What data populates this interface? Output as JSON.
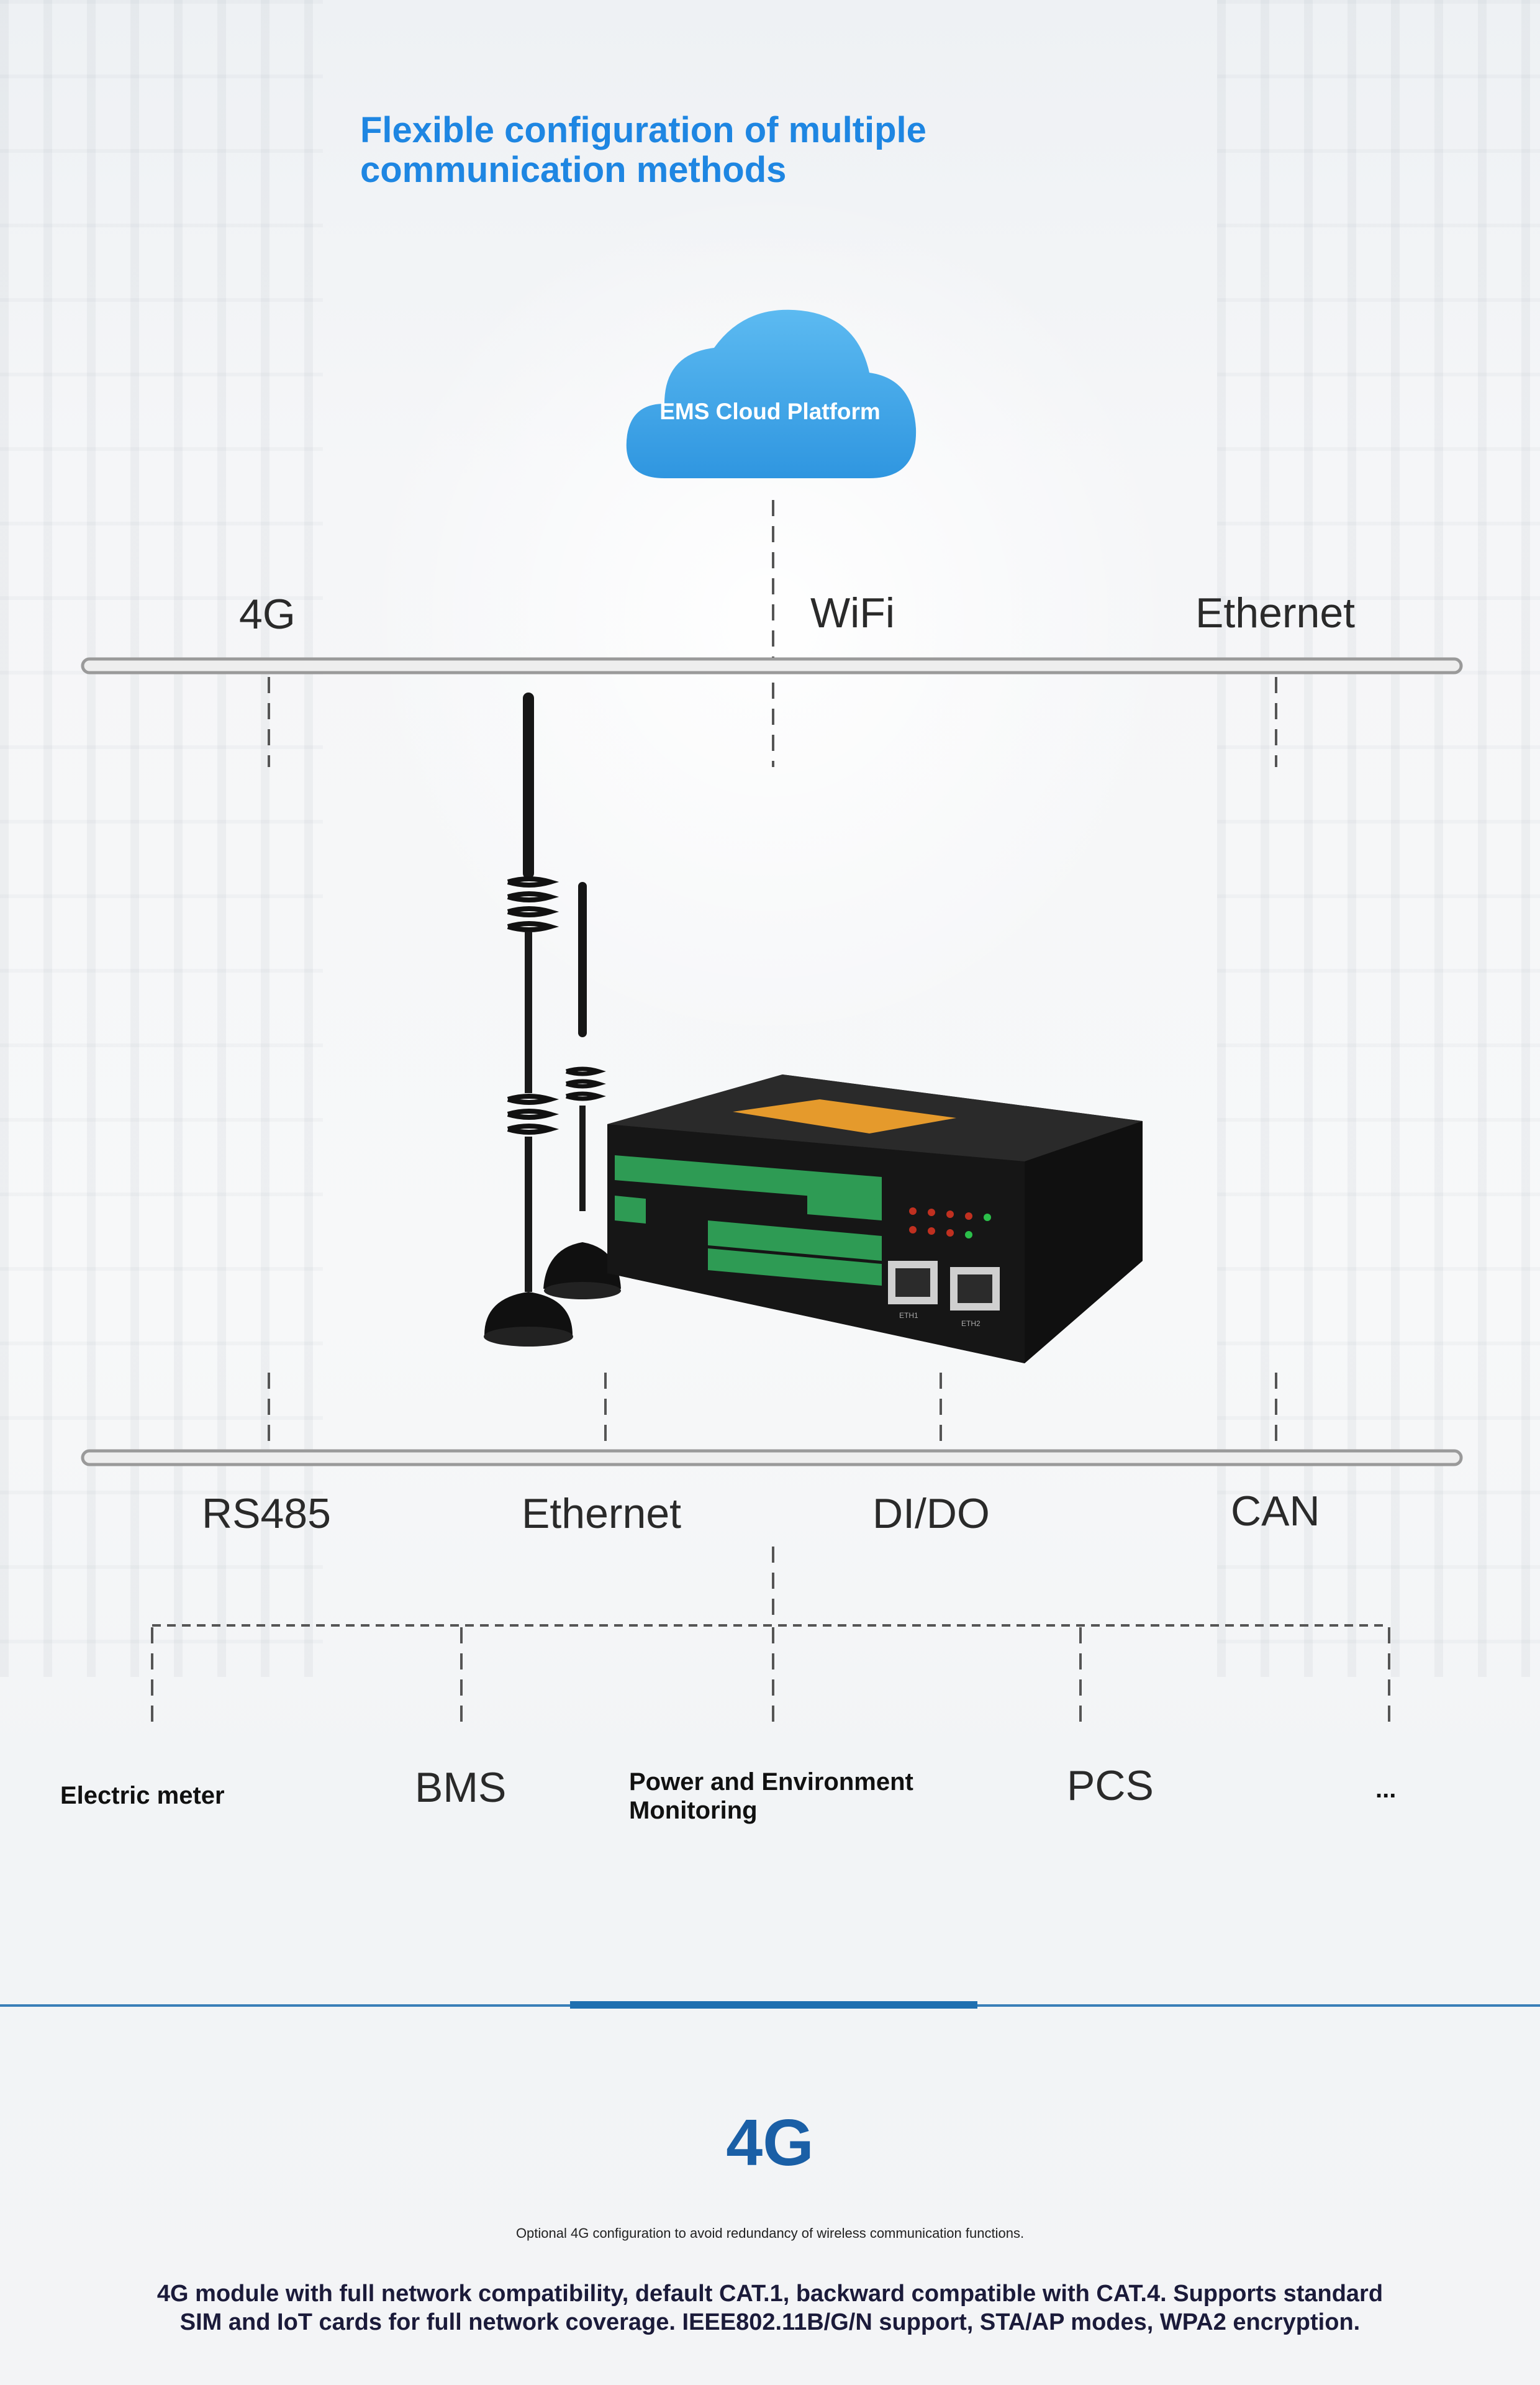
{
  "header": {
    "title_line1": "Flexible configuration of multiple",
    "title_line2": "communication methods"
  },
  "cloud": {
    "label": "EMS Cloud Platform"
  },
  "uplinks": [
    "4G",
    "WiFi",
    "Ethernet"
  ],
  "downlinks": [
    "RS485",
    "Ethernet",
    "DI/DO",
    "CAN"
  ],
  "devices": {
    "meter": "Electric meter",
    "bms": "BMS",
    "pem_line1": "Power and Environment",
    "pem_line2": "Monitoring",
    "pcs": "PCS",
    "more": "..."
  },
  "gateway": {
    "port1_label": "ETH1",
    "port2_label": "ETH2"
  },
  "section": {
    "title": "4G",
    "subline": "Optional 4G configuration to avoid redundancy of wireless communication functions.",
    "desc_line1": "4G module with full network compatibility, default CAT.1, backward compatible with CAT.4. Supports standard",
    "desc_line2": "SIM and IoT cards for full network coverage. IEEE802.11B/G/N support, STA/AP modes, WPA2 encryption."
  },
  "colors": {
    "title_blue": "#1e86e2",
    "cloud_blue": "#3aa3ea",
    "section_blue": "#1a5fa6",
    "bus_gray": "#9a9a9a"
  }
}
